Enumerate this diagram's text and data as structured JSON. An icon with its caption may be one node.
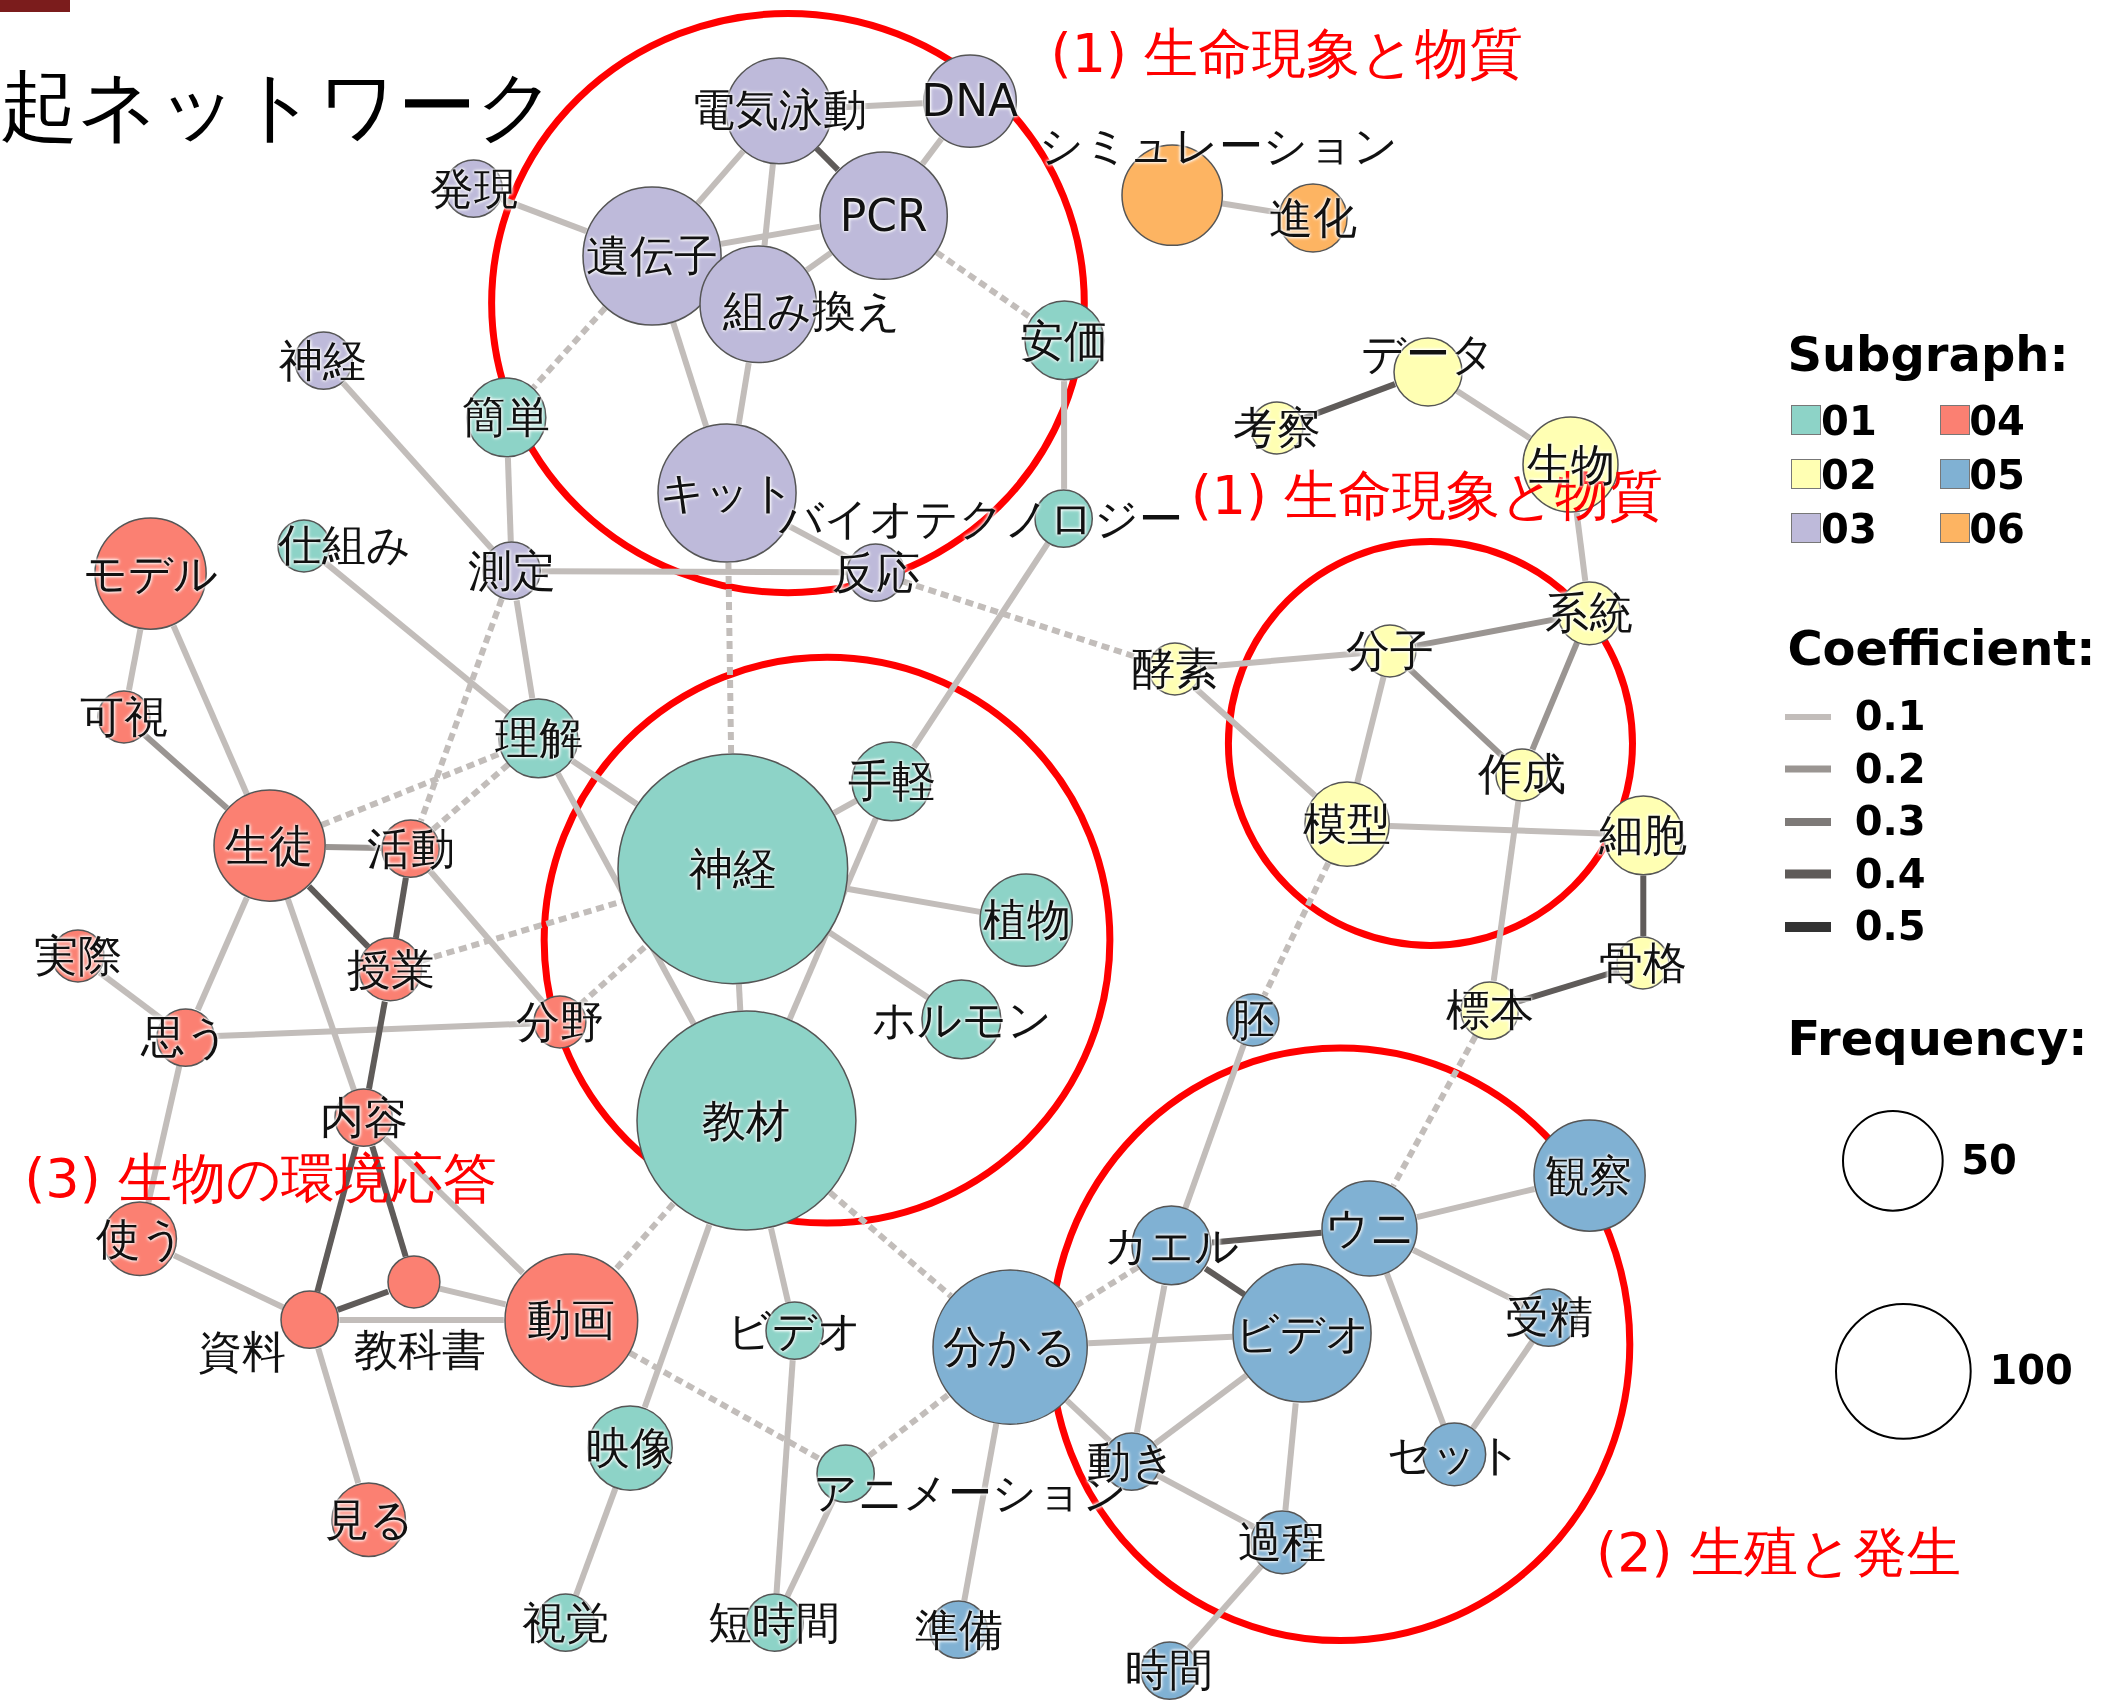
{
  "diagram": {
    "title": "起ネットワーク",
    "nodes": [
      {
        "text": [
          "電気泳動"
        ]
      },
      {
        "text": [
          "DNA"
        ]
      },
      {
        "text": [
          "発現"
        ]
      },
      {
        "text": [
          "遺伝子"
        ]
      },
      {
        "text": [
          "PCR"
        ]
      },
      {
        "text": [
          "組み換え"
        ]
      },
      {
        "text": [
          "神経"
        ]
      },
      {
        "text": [
          "キット"
        ]
      },
      {
        "text": [
          "測定"
        ]
      },
      {
        "text": [
          "反応"
        ]
      },
      {
        "text": [
          "簡単"
        ]
      },
      {
        "text": [
          "安価"
        ]
      },
      {
        "text": [
          "仕組み"
        ]
      },
      {
        "text": [
          "バイオテクノロジー"
        ]
      },
      {
        "text": [
          "理解"
        ]
      },
      {
        "text": [
          "手軽"
        ]
      },
      {
        "text": [
          "神経"
        ]
      },
      {
        "text": [
          "植物"
        ]
      },
      {
        "text": [
          "ホルモン"
        ]
      },
      {
        "text": [
          "教材"
        ]
      },
      {
        "text": [
          "ビデオ"
        ]
      },
      {
        "text": [
          "映像"
        ]
      },
      {
        "text": [
          "アニメーション"
        ]
      },
      {
        "text": [
          "視覚"
        ]
      },
      {
        "text": [
          "短時間"
        ]
      },
      {
        "text": [
          "モデル"
        ]
      },
      {
        "text": [
          "可視"
        ]
      },
      {
        "text": [
          "生徒"
        ]
      },
      {
        "text": [
          "活動"
        ]
      },
      {
        "text": [
          "実際"
        ]
      },
      {
        "text": [
          "授業"
        ]
      },
      {
        "text": [
          "思う"
        ]
      },
      {
        "text": [
          "分野"
        ]
      },
      {
        "text": [
          "内容"
        ]
      },
      {
        "text": [
          "使う"
        ]
      },
      {
        "text": [
          "資料"
        ]
      },
      {
        "text": [
          "教科書"
        ]
      },
      {
        "text": [
          "動画"
        ]
      },
      {
        "text": [
          "見る"
        ]
      },
      {
        "text": [
          "データ"
        ]
      },
      {
        "text": [
          "考察"
        ]
      },
      {
        "text": [
          "生物"
        ]
      },
      {
        "text": [
          "酵素"
        ]
      },
      {
        "text": [
          "分子"
        ]
      },
      {
        "text": [
          "系統"
        ]
      },
      {
        "text": [
          "作成"
        ]
      },
      {
        "text": [
          "模型"
        ]
      },
      {
        "text": [
          "細胞"
        ]
      },
      {
        "text": [
          "骨格"
        ]
      },
      {
        "text": [
          "標本"
        ]
      },
      {
        "text": [
          "シミュレーション"
        ]
      },
      {
        "text": [
          "進化"
        ]
      },
      {
        "text": [
          "胚"
        ]
      },
      {
        "text": [
          "観察"
        ]
      },
      {
        "text": [
          "カエル"
        ]
      },
      {
        "text": [
          "ウニ"
        ]
      },
      {
        "text": [
          "ビデオ"
        ]
      },
      {
        "text": [
          "分かる"
        ]
      },
      {
        "text": [
          "受精"
        ]
      },
      {
        "text": [
          "動き"
        ]
      },
      {
        "text": [
          "セット"
        ]
      },
      {
        "text": [
          "過程"
        ]
      },
      {
        "text": [
          "準備"
        ]
      },
      {
        "text": [
          "時間"
        ]
      }
    ],
    "edges": [
      {
        "from": 0,
        "to": 1,
        "arrow": "none"
      },
      {
        "from": 0,
        "to": 3,
        "arrow": "none"
      },
      {
        "from": 0,
        "to": 4,
        "arrow": "none",
        "color": "#5f5b59"
      },
      {
        "from": 0,
        "to": 5,
        "arrow": "none"
      },
      {
        "from": 1,
        "to": 4,
        "arrow": "none"
      },
      {
        "from": 2,
        "to": 3,
        "arrow": "none"
      },
      {
        "from": 3,
        "to": 4,
        "arrow": "none"
      },
      {
        "from": 5,
        "to": 4,
        "arrow": "none"
      },
      {
        "from": 3,
        "to": 7,
        "arrow": "none"
      },
      {
        "from": 5,
        "to": 7,
        "arrow": "none"
      },
      {
        "from": 4,
        "to": 11,
        "arrow": "none",
        "style": "dashed"
      },
      {
        "from": 3,
        "to": 10,
        "arrow": "none",
        "style": "dashed"
      },
      {
        "from": 7,
        "to": 9,
        "arrow": "none"
      },
      {
        "from": 6,
        "to": 8,
        "arrow": "none"
      },
      {
        "from": 8,
        "to": 9,
        "arrow": "none"
      },
      {
        "from": 12,
        "to": 14,
        "arrow": "none"
      },
      {
        "from": 10,
        "to": 8,
        "arrow": "none"
      },
      {
        "from": 8,
        "to": 14,
        "arrow": "none"
      },
      {
        "from": 8,
        "to": 28,
        "arrow": "none",
        "style": "dashed"
      },
      {
        "from": 7,
        "to": 16,
        "arrow": "none",
        "style": "dashed"
      },
      {
        "from": 9,
        "to": 42,
        "arrow": "none",
        "style": "dashed"
      },
      {
        "from": 11,
        "to": 13,
        "arrow": "none"
      },
      {
        "from": 13,
        "to": 15,
        "arrow": "none"
      },
      {
        "from": 27,
        "to": 14,
        "arrow": "none",
        "style": "dashed"
      },
      {
        "from": 28,
        "to": 14,
        "arrow": "none",
        "style": "dashed"
      },
      {
        "from": 14,
        "to": 16,
        "arrow": "none"
      },
      {
        "from": 14,
        "to": 19,
        "arrow": "none"
      },
      {
        "from": 16,
        "to": 15,
        "arrow": "none"
      },
      {
        "from": 16,
        "to": 17,
        "arrow": "none"
      },
      {
        "from": 16,
        "to": 18,
        "arrow": "none"
      },
      {
        "from": 16,
        "to": 19,
        "arrow": "none"
      },
      {
        "from": 15,
        "to": 19,
        "arrow": "none"
      },
      {
        "from": 30,
        "to": 16,
        "arrow": "none",
        "style": "dashed"
      },
      {
        "from": 32,
        "to": 16,
        "arrow": "none",
        "style": "dashed"
      },
      {
        "from": 19,
        "to": 37,
        "arrow": "none",
        "style": "dashed"
      },
      {
        "from": 19,
        "to": 21,
        "arrow": "none"
      },
      {
        "from": 19,
        "to": 20,
        "arrow": "none"
      },
      {
        "from": 19,
        "to": 57,
        "arrow": "none",
        "style": "dashed"
      },
      {
        "from": 37,
        "to": 22,
        "arrow": "none",
        "style": "dashed"
      },
      {
        "from": 22,
        "to": 57,
        "arrow": "none",
        "style": "dashed"
      },
      {
        "from": 20,
        "to": 24,
        "arrow": "none"
      },
      {
        "from": 22,
        "to": 24,
        "arrow": "none"
      },
      {
        "from": 21,
        "to": 23,
        "arrow": "none"
      },
      {
        "from": 57,
        "to": 62,
        "arrow": "none"
      },
      {
        "from": 25,
        "to": 26,
        "arrow": "none"
      },
      {
        "from": 25,
        "to": 27,
        "arrow": "none"
      },
      {
        "from": 26,
        "to": 27,
        "arrow": "none",
        "color": "#9a9592"
      },
      {
        "from": 27,
        "to": 28,
        "arrow": "none",
        "color": "#9a9592"
      },
      {
        "from": 27,
        "to": 30,
        "arrow": "none",
        "color": "#5f5b59"
      },
      {
        "from": 27,
        "to": 31,
        "arrow": "none"
      },
      {
        "from": 27,
        "to": 33,
        "arrow": "none"
      },
      {
        "from": 29,
        "to": 31,
        "arrow": "none"
      },
      {
        "from": 31,
        "to": 32,
        "arrow": "none"
      },
      {
        "from": 28,
        "to": 30,
        "arrow": "none",
        "color": "#5f5b59"
      },
      {
        "from": 28,
        "to": 32,
        "arrow": "none"
      },
      {
        "from": 30,
        "to": 33,
        "arrow": "none",
        "color": "#5f5b59"
      },
      {
        "from": 31,
        "to": 34,
        "arrow": "none"
      },
      {
        "from": 33,
        "to": 35,
        "arrow": "none",
        "color": "#5f5b59"
      },
      {
        "from": 33,
        "to": 36,
        "arrow": "none",
        "color": "#5f5b59"
      },
      {
        "from": 33,
        "to": 37,
        "arrow": "none"
      },
      {
        "from": 35,
        "to": 36,
        "arrow": "none",
        "color": "#5f5b59"
      },
      {
        "from": 35,
        "to": 37,
        "arrow": "none"
      },
      {
        "from": 36,
        "to": 37,
        "arrow": "none"
      },
      {
        "from": 34,
        "to": 35,
        "arrow": "none"
      },
      {
        "from": 35,
        "to": 38,
        "arrow": "none"
      },
      {
        "from": 50,
        "to": 51,
        "arrow": "none"
      },
      {
        "from": 40,
        "to": 39,
        "arrow": "none",
        "color": "#5f5b59"
      },
      {
        "from": 39,
        "to": 41,
        "arrow": "none"
      },
      {
        "from": 41,
        "to": 44,
        "arrow": "none"
      },
      {
        "from": 42,
        "to": 43,
        "arrow": "none"
      },
      {
        "from": 42,
        "to": 46,
        "arrow": "none"
      },
      {
        "from": 43,
        "to": 44,
        "arrow": "none",
        "color": "#9a9592"
      },
      {
        "from": 43,
        "to": 46,
        "arrow": "none"
      },
      {
        "from": 43,
        "to": 45,
        "arrow": "none",
        "color": "#9a9592"
      },
      {
        "from": 44,
        "to": 45,
        "arrow": "none",
        "color": "#9a9592"
      },
      {
        "from": 46,
        "to": 47,
        "arrow": "none"
      },
      {
        "from": 45,
        "to": 49,
        "arrow": "none"
      },
      {
        "from": 47,
        "to": 48,
        "arrow": "none",
        "color": "#5f5b59"
      },
      {
        "from": 48,
        "to": 49,
        "arrow": "none",
        "color": "#5f5b59"
      },
      {
        "from": 46,
        "to": 52,
        "arrow": "none",
        "style": "dashed"
      },
      {
        "from": 49,
        "to": 55,
        "arrow": "none",
        "style": "dashed"
      },
      {
        "from": 52,
        "to": 54,
        "arrow": "none"
      },
      {
        "from": 54,
        "to": 55,
        "arrow": "none",
        "color": "#5f5b59"
      },
      {
        "from": 54,
        "to": 56,
        "arrow": "none",
        "color": "#5f5b59"
      },
      {
        "from": 54,
        "to": 57,
        "arrow": "none",
        "style": "dashed"
      },
      {
        "from": 54,
        "to": 59,
        "arrow": "none"
      },
      {
        "from": 55,
        "to": 53,
        "arrow": "none"
      },
      {
        "from": 55,
        "to": 58,
        "arrow": "none"
      },
      {
        "from": 55,
        "to": 60,
        "arrow": "none"
      },
      {
        "from": 57,
        "to": 56,
        "arrow": "none"
      },
      {
        "from": 57,
        "to": 59,
        "arrow": "none"
      },
      {
        "from": 56,
        "to": 59,
        "arrow": "none"
      },
      {
        "from": 56,
        "to": 61,
        "arrow": "none"
      },
      {
        "from": 58,
        "to": 60,
        "arrow": "none"
      },
      {
        "from": 59,
        "to": 61,
        "arrow": "none"
      },
      {
        "from": 61,
        "to": 63,
        "arrow": "none"
      }
    ],
    "labels": [
      "(1) 生命現象と物質",
      "(1) 生命現象と物質",
      "Subgraph:",
      "Coefficient:",
      "Frequency:",
      "(3) 生物の環境応答",
      "(2) 生殖と発生"
    ],
    "legend": [
      {
        "text": "01",
        "color": "#8dd3c7"
      },
      {
        "text": "02",
        "color": "#ffffb3"
      },
      {
        "text": "03",
        "color": "#bebada"
      },
      {
        "text": "04",
        "color": "#fb8072"
      },
      {
        "text": "05",
        "color": "#80b1d3"
      },
      {
        "text": "06",
        "color": "#fdb462"
      },
      {
        "text": "0.1"
      },
      {
        "text": "0.2"
      },
      {
        "text": "0.3"
      },
      {
        "text": "0.4"
      },
      {
        "text": "0.5"
      },
      {
        "text": "50"
      },
      {
        "text": "100"
      }
    ]
  }
}
